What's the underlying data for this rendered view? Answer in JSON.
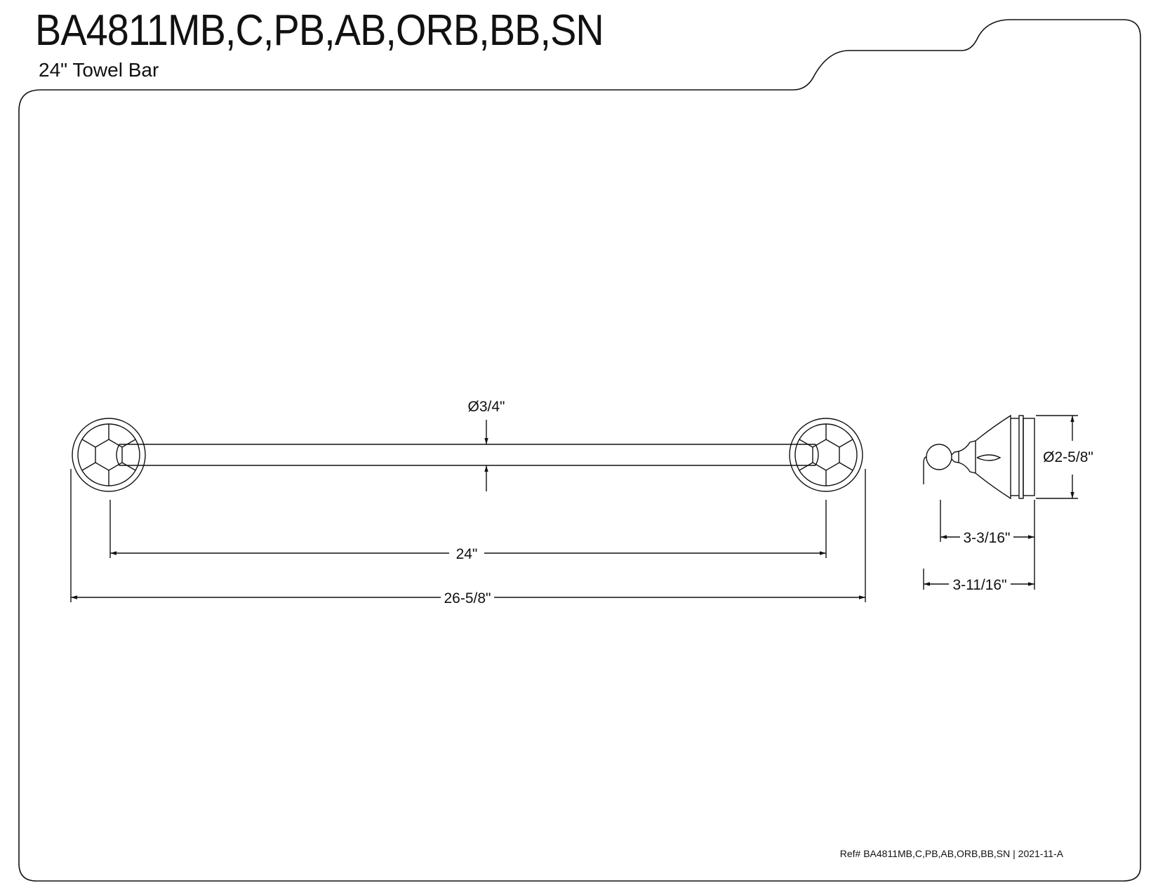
{
  "header": {
    "model": "BA4811MB,C,PB,AB,ORB,BB,SN",
    "product": "24\" Towel Bar"
  },
  "footer": {
    "ref": "Ref# BA4811MB,C,PB,AB,ORB,BB,SN | 2021-11-A"
  },
  "dimensions": {
    "rod_diameter": "Ø3/4\"",
    "post_spacing": "24\"",
    "overall_length": "26-5/8\"",
    "flange_diameter": "Ø2-5/8\"",
    "projection_to_rod": "3-3/16\"",
    "overall_projection": "3-11/16\""
  },
  "colors": {
    "line": "#111111",
    "background": "#ffffff"
  }
}
